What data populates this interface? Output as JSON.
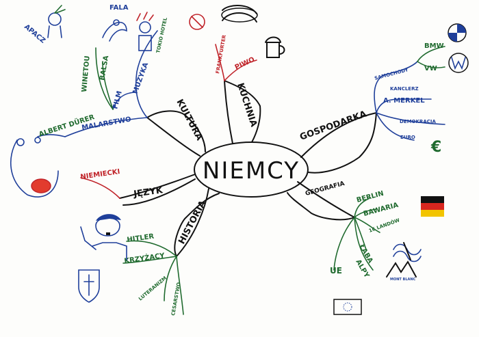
{
  "center": {
    "label": "NIEMCY"
  },
  "branches": {
    "kultura": "KULTURA",
    "kuchnia": "KUCHNIA",
    "gospodarka": "GOSPODARKA",
    "jezyk": "JĘZYK",
    "historia": "HISTORIA",
    "geografia": "GEOGRAFIA"
  },
  "kultura": {
    "muzyka": "MUZYKA",
    "film": "FILM",
    "winetou": "WINETOU",
    "balsa": "BALSA",
    "apacz": "APACZ",
    "fala": "FALA",
    "tokio_hotel": "TOKIO HOTEL",
    "malarstwo": "MALARSTWO",
    "albert_durer": "ALBERT DÜRER"
  },
  "kuchnia": {
    "frankfurter": "FRANKFURTER",
    "piwo": "PIWO"
  },
  "gospodarka": {
    "samochody": "SAMOCHODY",
    "bmw": "BMW",
    "vw": "VW",
    "kanclerz": "KANCLERZ",
    "merkel": "A. MERKEL",
    "demokracja": "DEMOKRACJA",
    "euro": "EURO"
  },
  "jezyk": {
    "niemiecki": "NIEMIECKI"
  },
  "historia": {
    "hitler": "HITLER",
    "krzyzacy": "KRZYŻACY",
    "luteranizm": "LUTERANIZM",
    "cesarstwo": "CESARSTWO"
  },
  "geografia": {
    "berlin": "BERLIN",
    "bawaria": "BAWARIA",
    "landow": "16 LANDÓW",
    "laba": "ŁABA",
    "alpy": "ALPY",
    "ue": "UE",
    "mont_blanc": "MONT BLANC"
  },
  "colors": {
    "ink_black": "#111111",
    "ink_blue": "#1f3f9a",
    "ink_green": "#1f6a2e",
    "ink_red": "#c0242a",
    "paper": "#fdfdfb"
  },
  "icons": [
    "native-american-icon",
    "surfer-icon",
    "punk-musician-icon",
    "no-smoking-icon",
    "sausages-icon",
    "beer-mug-icon",
    "bmw-logo-icon",
    "vw-logo-icon",
    "euro-sign-icon",
    "german-flag-icon",
    "eu-flag-icon",
    "mountains-icon",
    "face-tongue-icon",
    "hitler-portrait-icon",
    "cross-shield-icon"
  ]
}
